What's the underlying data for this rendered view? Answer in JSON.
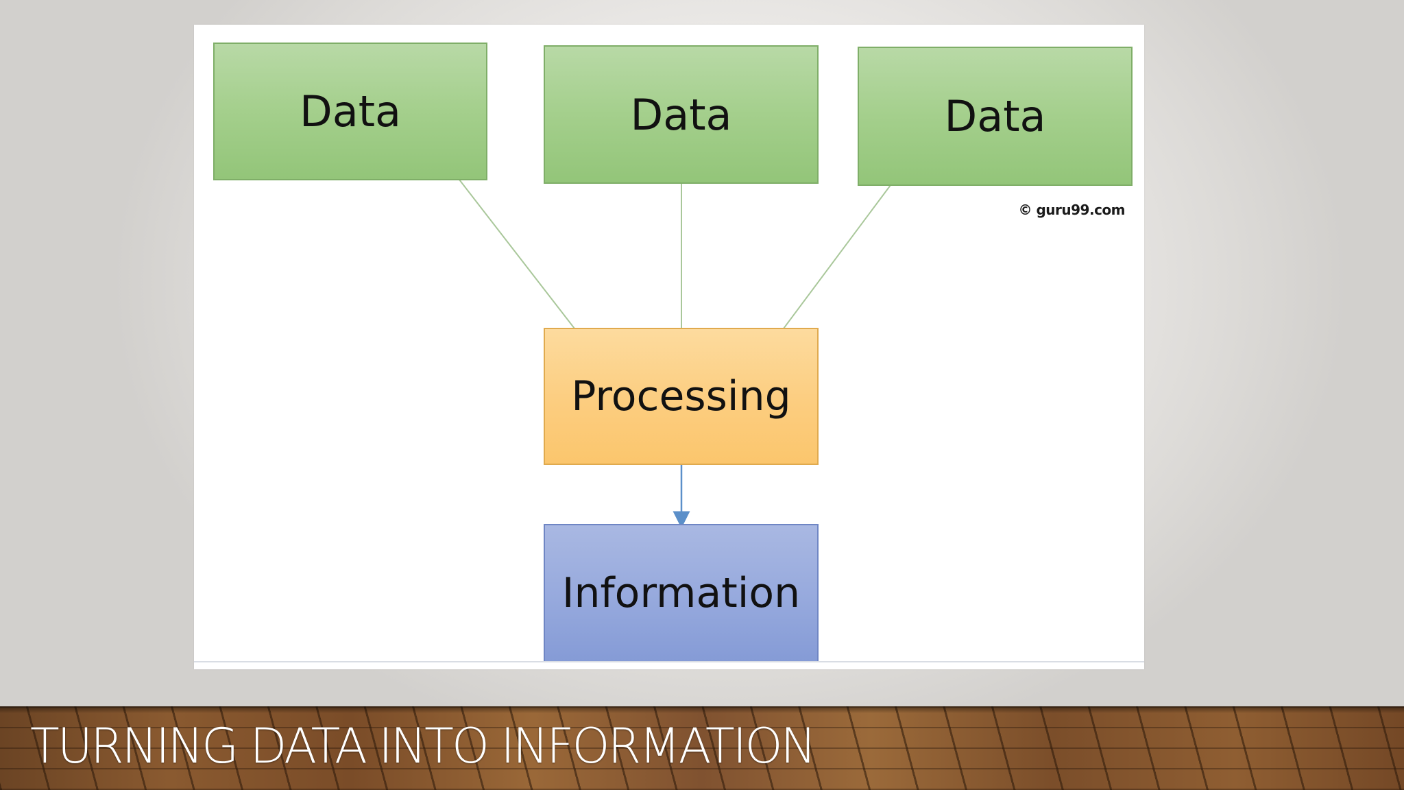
{
  "slide": {
    "title": "TURNING DATA INTO INFORMATION"
  },
  "diagram": {
    "data_boxes": [
      "Data",
      "Data",
      "Data"
    ],
    "processing_label": "Processing",
    "output_label": "Information",
    "credit": "© guru99.com"
  },
  "colors": {
    "data_box": "#a4cf8c",
    "processing_box": "#fccd7f",
    "information_box": "#96a9dd",
    "connector_line": "#a9c79a",
    "arrow": "#5b8fc9",
    "title_text": "#ffffff"
  }
}
